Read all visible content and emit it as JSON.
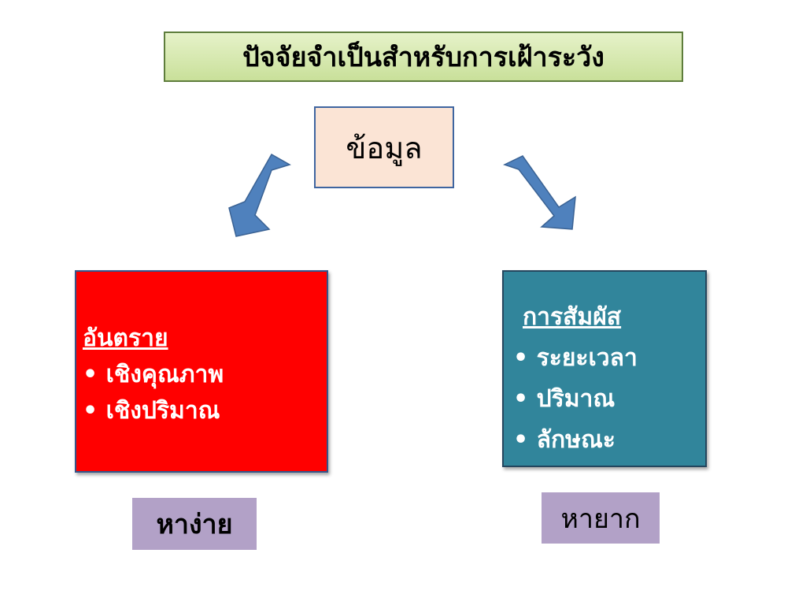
{
  "title": "ปัจจัยจำเป็นสำหรับการเฝ้าระวัง",
  "center": "ข้อมูล",
  "left_box": {
    "heading": "อันตราย",
    "items": [
      "• เชิงคุณภาพ",
      "• เชิงปริมาณ"
    ]
  },
  "right_box": {
    "heading": "การสัมผัส",
    "items": [
      "• ระยะเวลา",
      "• ปริมาณ",
      "• ลักษณะ"
    ]
  },
  "left_tag": "หาง่าย",
  "right_tag": "หายาก",
  "colors": {
    "title_fill": "#d7e9b4",
    "center_fill": "#fbe4d5",
    "arrow": "#4f81bd",
    "left_box": "#ff0000",
    "right_box": "#31859b",
    "tag": "#b2a1c7"
  },
  "icons": [
    "arrow-down-left-icon",
    "arrow-down-right-icon"
  ]
}
